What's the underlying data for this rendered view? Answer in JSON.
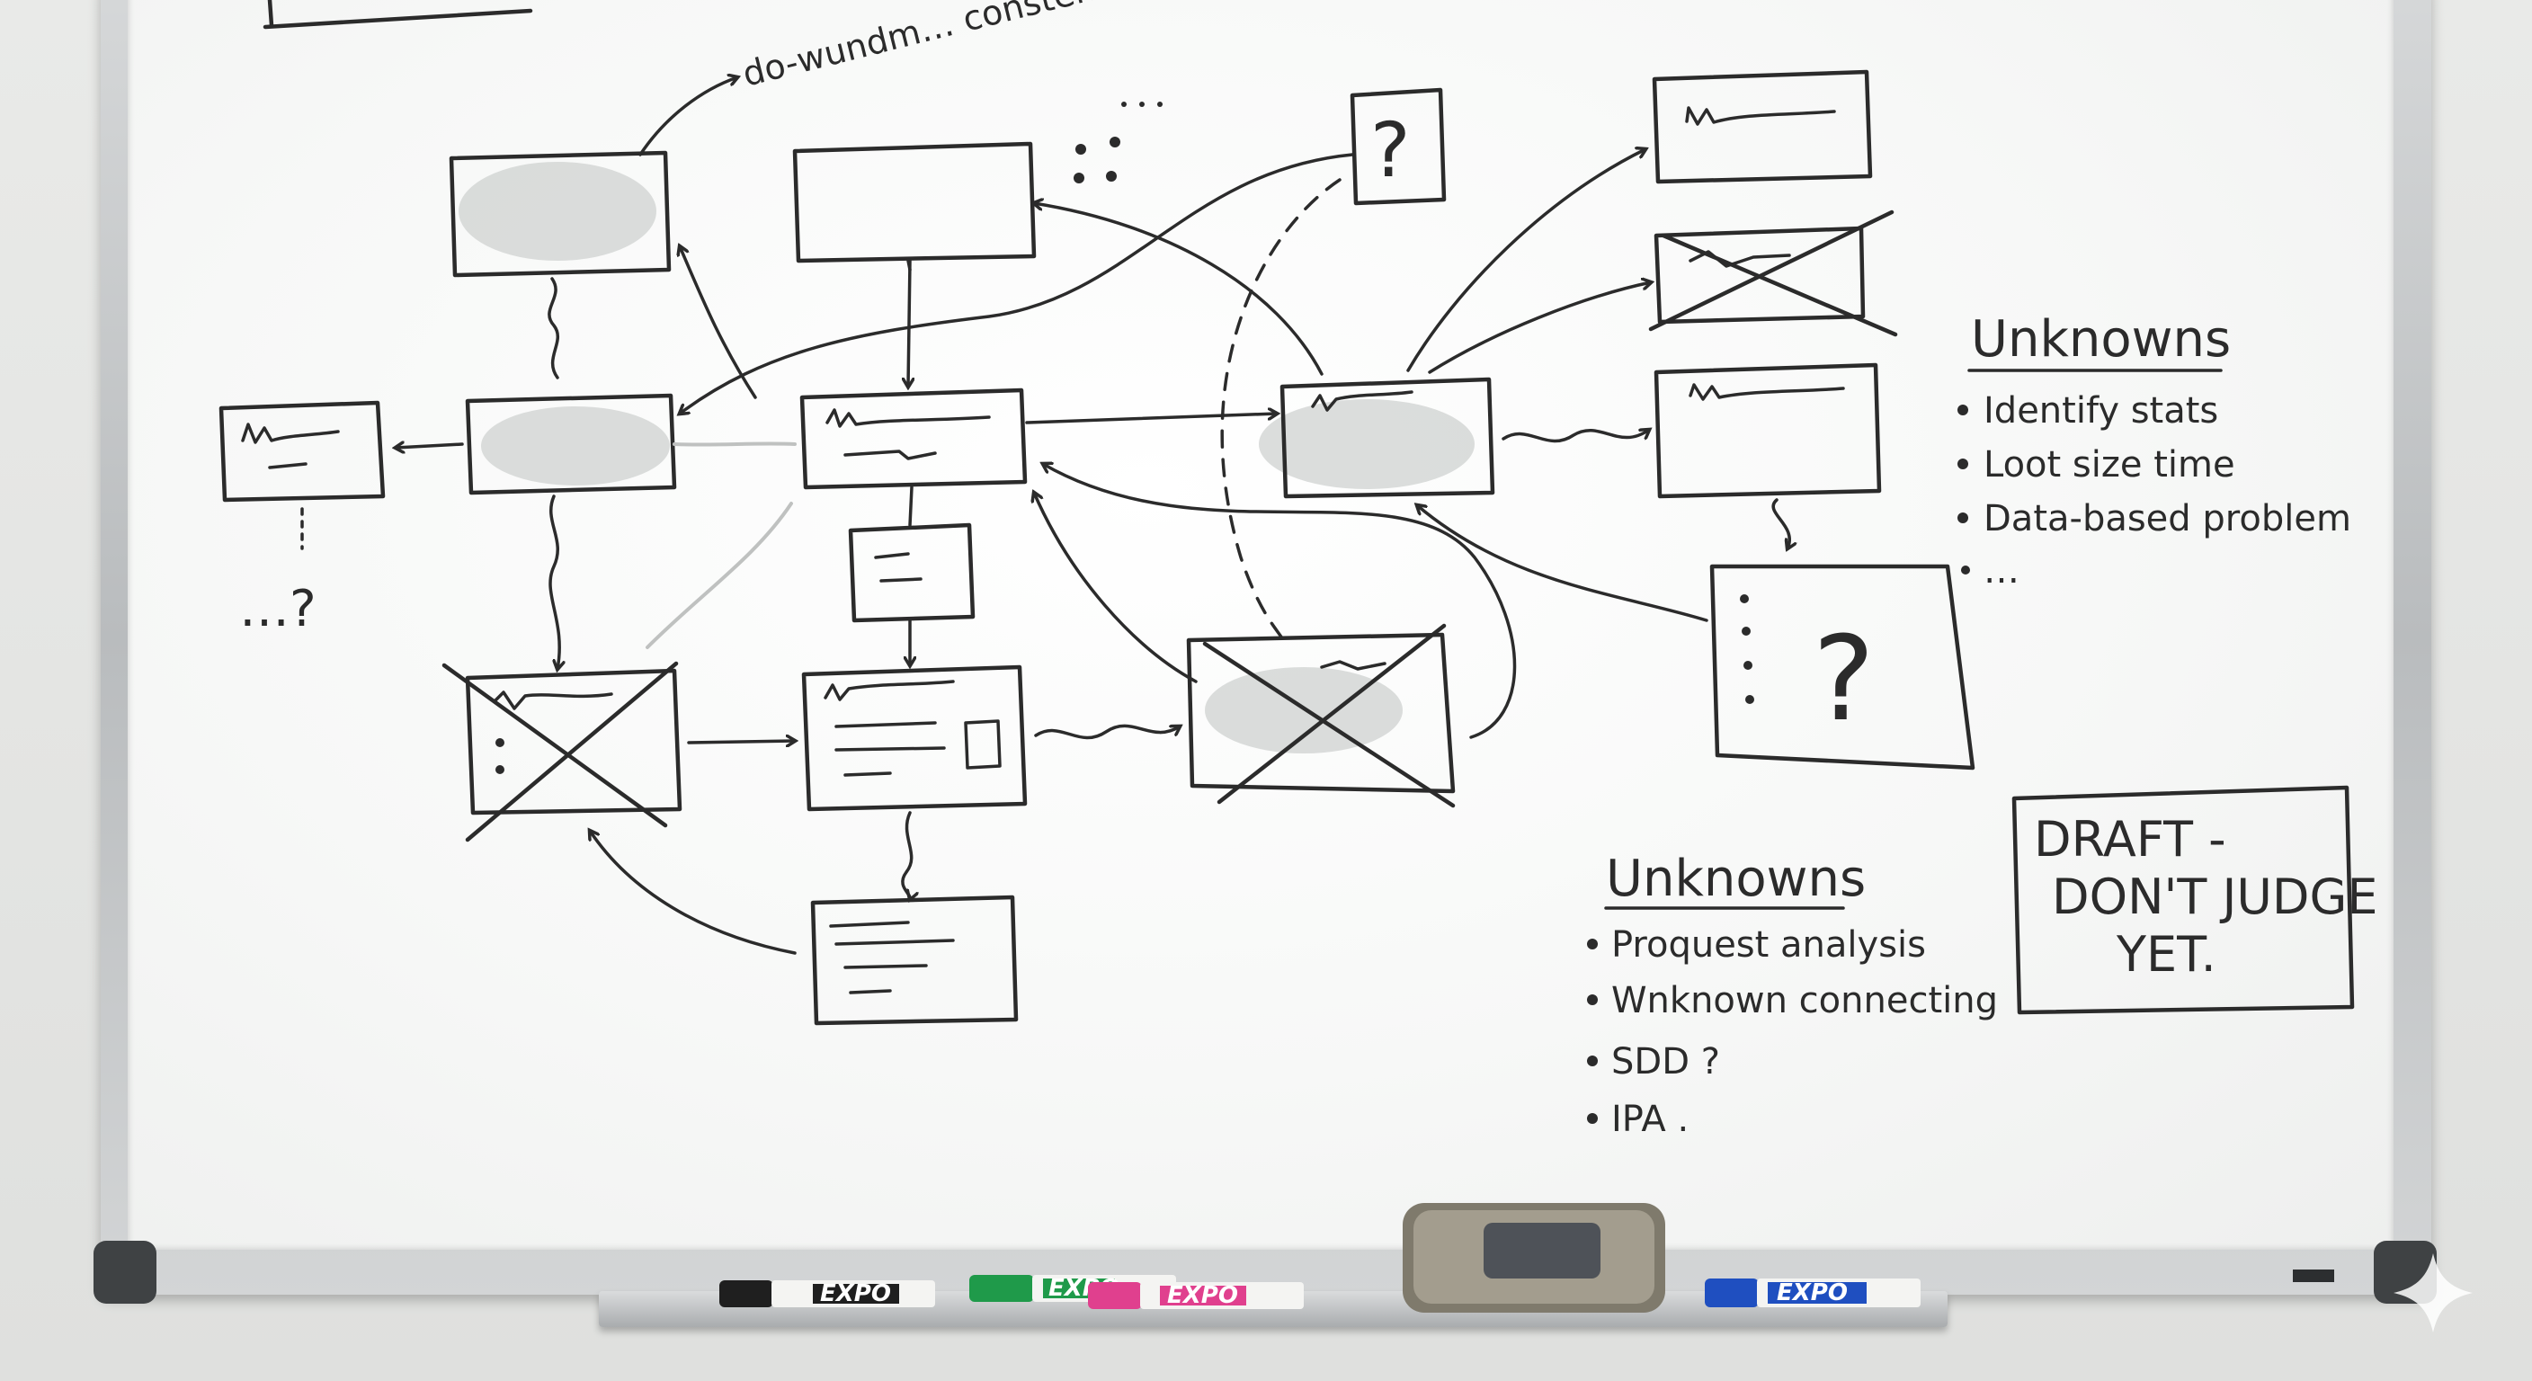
{
  "board": {
    "annotation": "do-wundm… constent",
    "question_marks": [
      "?",
      "…?",
      "?"
    ],
    "unknowns_right": {
      "heading": "Unknowns",
      "items": [
        "Identify stats",
        "Loot size time",
        "Data-based problem",
        "…"
      ]
    },
    "unknowns_bottom": {
      "heading": "Unknowns",
      "items": [
        "Proquest analysis",
        "Wnknown connecting",
        "SDD ?",
        "IPA ."
      ]
    },
    "draft_note": [
      "DRAFT -",
      "DON'T JUDGE",
      "YET."
    ]
  },
  "markers": [
    {
      "brand": "EXPO",
      "cap_color": "#1f1f1f"
    },
    {
      "brand": "EXPO",
      "cap_color": "#1f9a4a"
    },
    {
      "brand": "EXPO",
      "cap_color": "#e0408e"
    },
    {
      "brand": "EXPO",
      "cap_color": "#1f4fc0"
    }
  ],
  "colors": {
    "ink": "#2b2b2b",
    "board": "#f7f8f7",
    "frame": "#c4c7c9"
  }
}
